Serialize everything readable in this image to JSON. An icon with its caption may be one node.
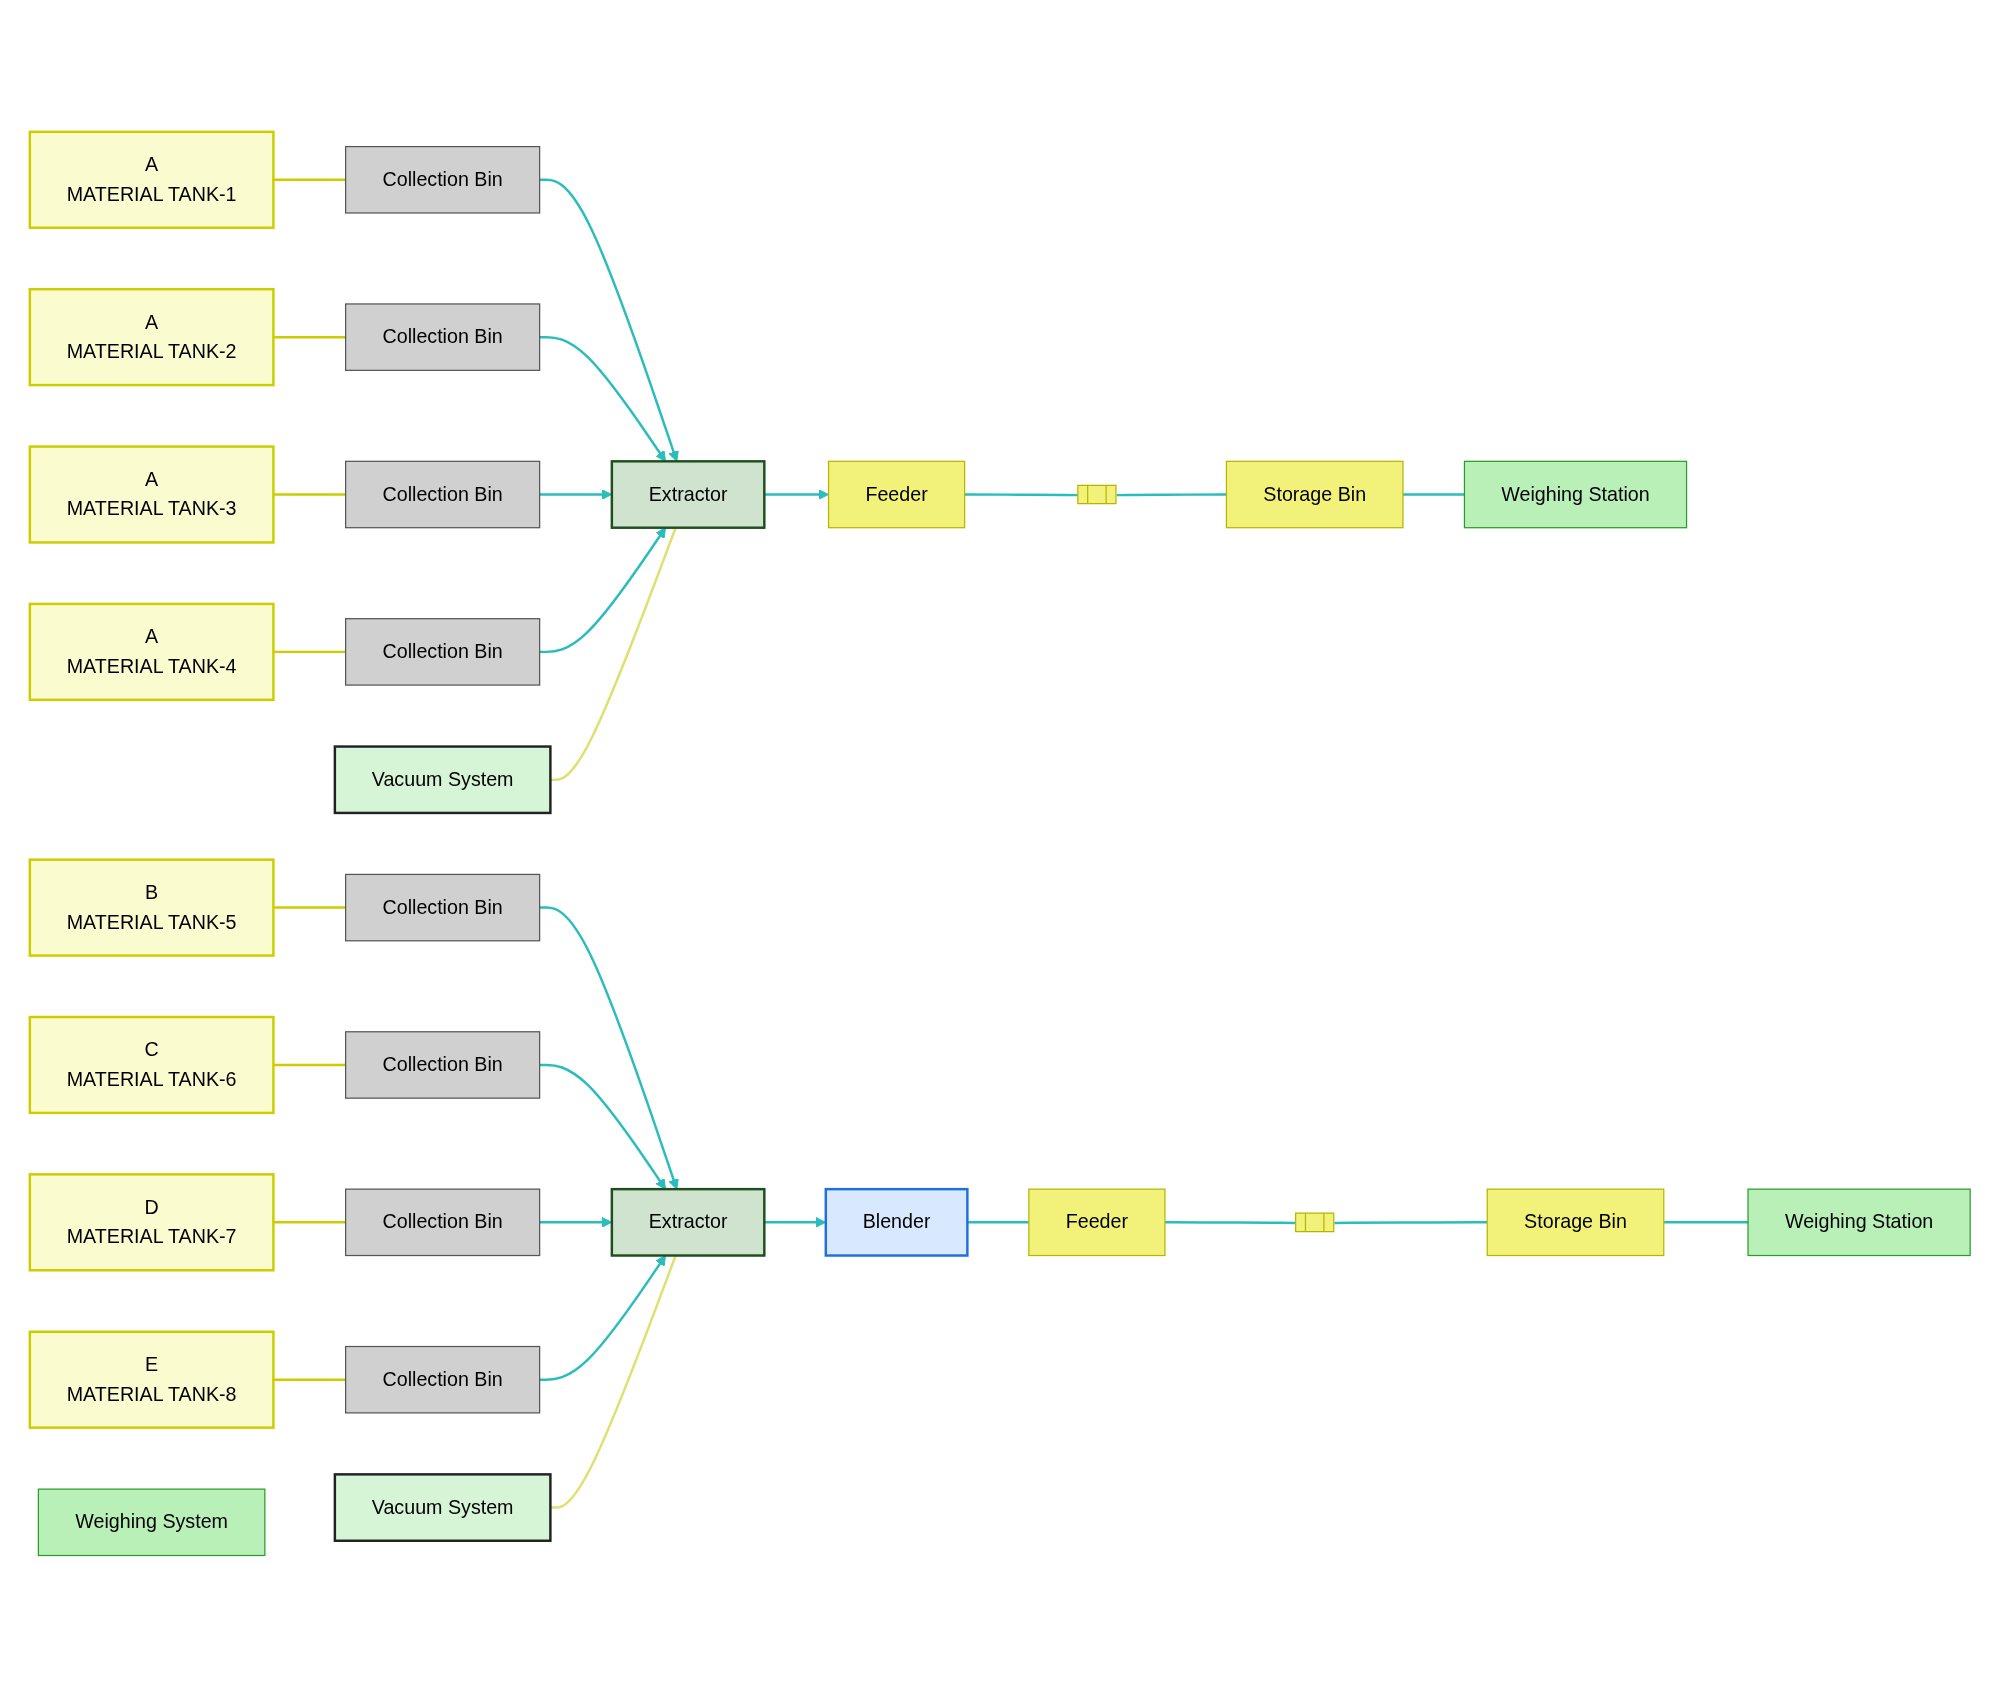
{
  "diagram": {
    "nodes": [
      {
        "text": [
          "A",
          "MATERIAL TANK-1"
        ]
      },
      {
        "text": [
          "Collection Bin"
        ]
      },
      {
        "text": [
          "A",
          "MATERIAL TANK-2"
        ]
      },
      {
        "text": [
          "Collection Bin"
        ]
      },
      {
        "text": [
          "A",
          "MATERIAL TANK-3"
        ]
      },
      {
        "text": [
          "Collection Bin"
        ]
      },
      {
        "text": [
          "A",
          "MATERIAL TANK-4"
        ]
      },
      {
        "text": [
          "Collection Bin"
        ]
      },
      {
        "text": [
          "Extractor"
        ]
      },
      {
        "text": [
          "Vacuum System"
        ]
      },
      {
        "text": [
          "Feeder"
        ]
      },
      {
        "text": [],
        "shape": "box"
      },
      {
        "text": [
          "Storage Bin"
        ]
      },
      {
        "text": [
          "Weighing Station"
        ]
      },
      {
        "text": [
          "B",
          "MATERIAL TANK-5"
        ]
      },
      {
        "text": [
          "Collection Bin"
        ]
      },
      {
        "text": [
          "C",
          "MATERIAL TANK-6"
        ]
      },
      {
        "text": [
          "Collection Bin"
        ]
      },
      {
        "text": [
          "D",
          "MATERIAL TANK-7"
        ]
      },
      {
        "text": [
          "Collection Bin"
        ]
      },
      {
        "text": [
          "E",
          "MATERIAL TANK-8"
        ]
      },
      {
        "text": [
          "Collection Bin"
        ]
      },
      {
        "text": [
          "Weighing System"
        ]
      },
      {
        "text": [
          "Extractor"
        ]
      },
      {
        "text": [
          "Vacuum System"
        ]
      },
      {
        "text": [
          "Blender"
        ]
      },
      {
        "text": [
          "Feeder"
        ]
      },
      {
        "text": [],
        "shape": "box"
      },
      {
        "text": [
          "Storage Bin"
        ]
      },
      {
        "text": [
          "Weighing Station"
        ]
      }
    ],
    "edges": [
      {
        "from": 0,
        "to": 1,
        "arrow": "none",
        "color": "#cccc00"
      },
      {
        "from": 2,
        "to": 3,
        "arrow": "none",
        "color": "#cccc00"
      },
      {
        "from": 4,
        "to": 5,
        "arrow": "none",
        "color": "#cccc00"
      },
      {
        "from": 6,
        "to": 7,
        "arrow": "none",
        "color": "#cccc00"
      },
      {
        "from": 1,
        "to": 8,
        "arrow": "to"
      },
      {
        "from": 3,
        "to": 8,
        "arrow": "to"
      },
      {
        "from": 5,
        "to": 8,
        "arrow": "to"
      },
      {
        "from": 7,
        "to": 8,
        "arrow": "to"
      },
      {
        "from": 9,
        "to": 8,
        "arrow": "none",
        "color": "#e0e070"
      },
      {
        "from": 8,
        "to": 10,
        "arrow": "to"
      },
      {
        "from": 10,
        "to": 11,
        "arrow": "none"
      },
      {
        "from": 11,
        "to": 12,
        "arrow": "none"
      },
      {
        "from": 12,
        "to": 13,
        "arrow": "none"
      },
      {
        "from": 14,
        "to": 15,
        "arrow": "none",
        "color": "#cccc00"
      },
      {
        "from": 16,
        "to": 17,
        "arrow": "none",
        "color": "#cccc00"
      },
      {
        "from": 18,
        "to": 19,
        "arrow": "none",
        "color": "#cccc00"
      },
      {
        "from": 20,
        "to": 21,
        "arrow": "none",
        "color": "#cccc00"
      },
      {
        "from": 15,
        "to": 23,
        "arrow": "to"
      },
      {
        "from": 17,
        "to": 23,
        "arrow": "to"
      },
      {
        "from": 19,
        "to": 23,
        "arrow": "to"
      },
      {
        "from": 21,
        "to": 23,
        "arrow": "to"
      },
      {
        "from": 24,
        "to": 23,
        "arrow": "none",
        "color": "#e0e070"
      },
      {
        "from": 23,
        "to": 25,
        "arrow": "to"
      },
      {
        "from": 25,
        "to": 26,
        "arrow": "none"
      },
      {
        "from": 26,
        "to": 27,
        "arrow": "none"
      },
      {
        "from": 27,
        "to": 28,
        "arrow": "none"
      },
      {
        "from": 28,
        "to": 29,
        "arrow": "none"
      }
    ]
  }
}
